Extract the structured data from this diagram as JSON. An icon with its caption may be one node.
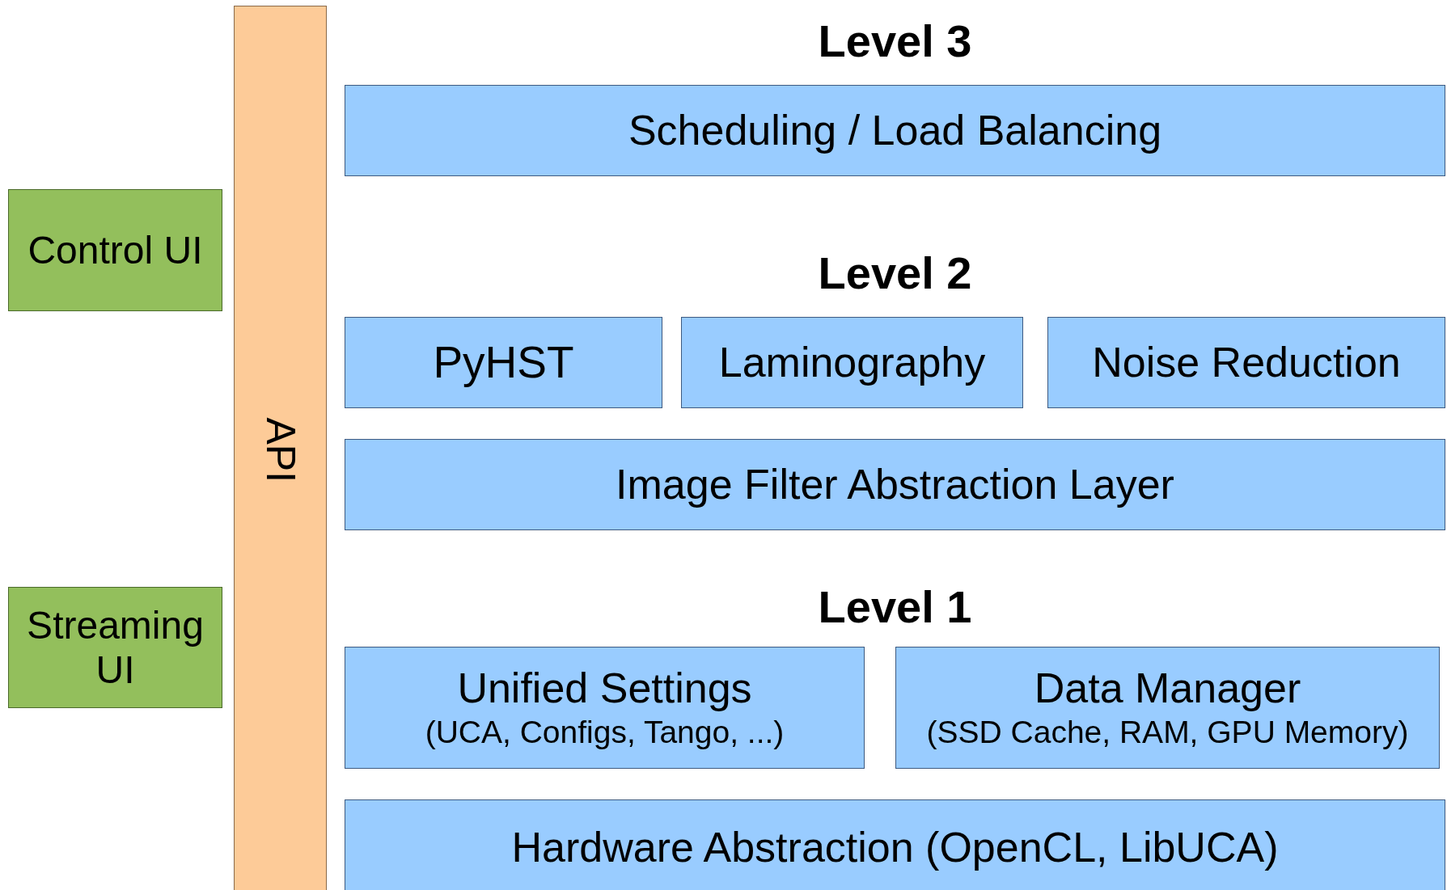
{
  "diagram": {
    "nodes": [
      {
        "text": [
          "Scheduling / Load Balancing"
        ]
      },
      {
        "text": [
          "Control UI"
        ]
      },
      {
        "text": [
          "API"
        ]
      },
      {
        "text": [
          "PyHST"
        ]
      },
      {
        "text": [
          "Laminography"
        ]
      },
      {
        "text": [
          "Noise Reduction"
        ]
      },
      {
        "text": [
          "Image Filter Abstraction Layer"
        ]
      },
      {
        "text": [
          "Streaming UI"
        ]
      },
      {
        "text": [
          "Unified Settings",
          "(UCA, Configs, Tango, ...)"
        ]
      },
      {
        "text": [
          "Data Manager",
          "(SSD Cache, RAM, GPU Memory)"
        ]
      },
      {
        "text": [
          "Hardware Abstraction (OpenCL, LibUCA)"
        ]
      }
    ],
    "labels": [
      "Level 3",
      "Level 2",
      "Level 1"
    ]
  }
}
